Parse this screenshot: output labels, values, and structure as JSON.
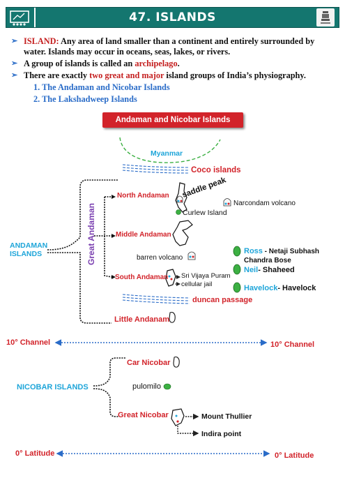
{
  "header": {
    "title": "47. ISLANDS"
  },
  "bullets": {
    "b1_term": "ISLAND:",
    "b1_text": " Any area of land smaller than a continent and entirely surrounded by water. Islands may occur in oceans, seas, lakes, or rivers.",
    "b2_pre": "A group of islands is called an ",
    "b2_term": "archipelago",
    "b2_post": ".",
    "b3_pre": "There are exactly ",
    "b3_term": "two great and major",
    "b3_post": " island groups of India’s physiography.",
    "sub1": "1. The Andaman and Nicobar Islands",
    "sub2": "2. The Lakshadweep Islands"
  },
  "banner": "Andaman and Nicobar Islands",
  "diagram": {
    "myanmar": "Myanmar",
    "coco": "Coco islands",
    "north": "North Andaman",
    "saddle": "saddle peak",
    "narcondam": "Narcondam volcano",
    "curlew": "Curlew Island",
    "middle": "Middle Andaman",
    "great_andaman": "Great Andaman",
    "andaman_islands": "ANDAMAN ISLANDS",
    "barren": "barren volcano",
    "south": "South Andaman",
    "jail": "Sri Vijaya Puram cellular jail",
    "ross": "Ross",
    "ross_desc": " - Netaji Subhash Chandra Bose",
    "neil": "Neil",
    "neil_desc": "- Shaheed",
    "havelock": "Havelock",
    "havelock_desc": "- Havelock",
    "duncan": "duncan passage",
    "little": "Little Andanam",
    "ten_channel_l": "10° Channel",
    "ten_channel_r": "10° Channel",
    "car": "Car Nicobar",
    "nicobar_islands": "NICOBAR ISLANDS",
    "pulomilo": "pulomilo",
    "great_nicobar": "Great Nicobar",
    "thullier": "Mount Thullier",
    "indira": "Indira point",
    "zero_l": "0° Latitude",
    "zero_r": "0° Latitude"
  },
  "colors": {
    "header_bg": "#14766f",
    "banner_bg": "#d2232a",
    "accent_blue": "#1ea5d9",
    "label_red": "#d2232a",
    "great_andaman": "#7a3fb0"
  },
  "icons": [
    "classroom-icon",
    "national-emblem-icon",
    "bullet-arrow-icon",
    "pin-icon",
    "leaf-icon"
  ]
}
